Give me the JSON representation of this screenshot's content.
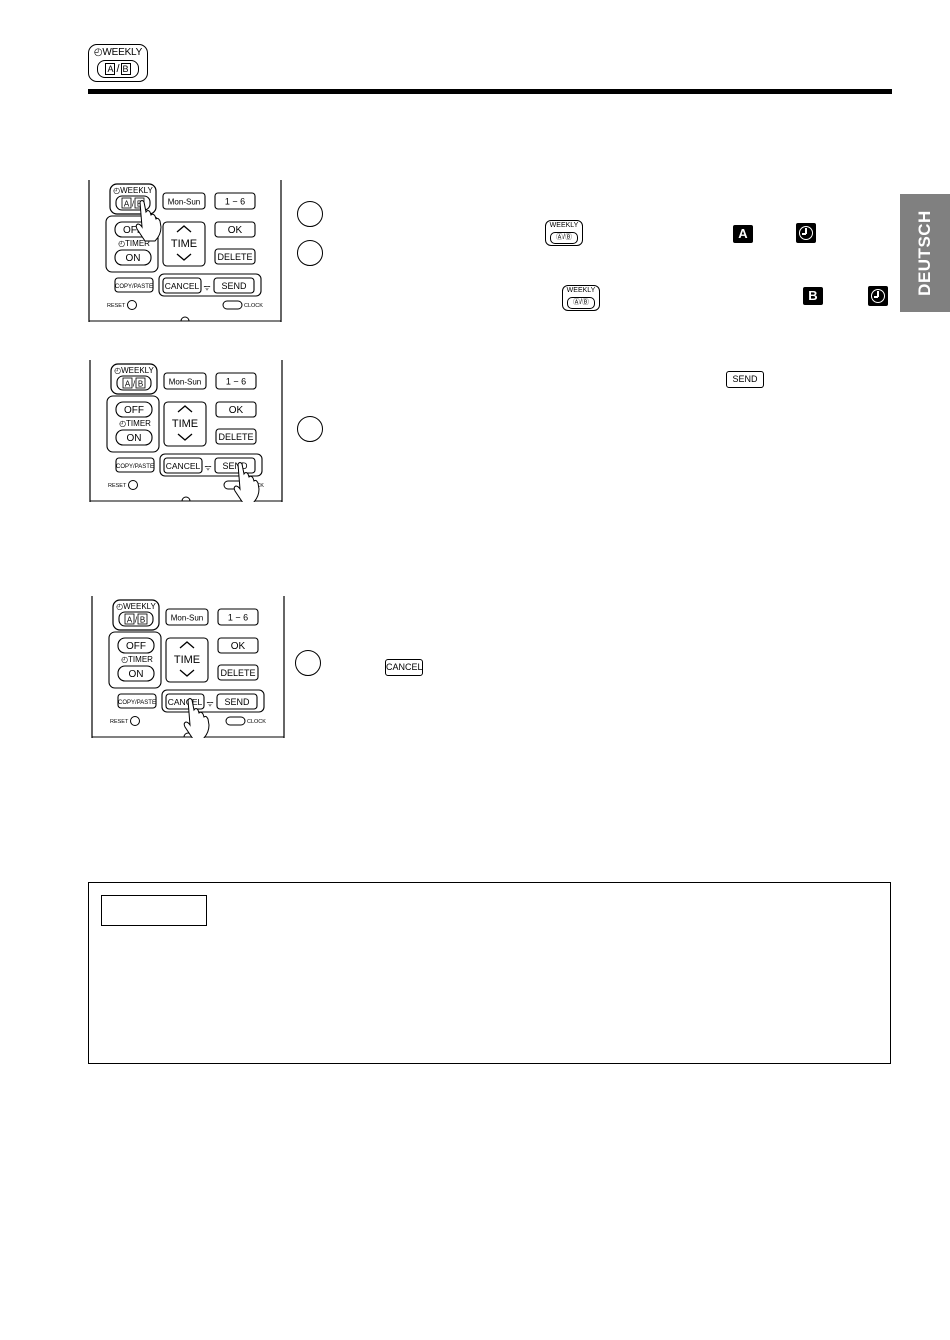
{
  "header_icon": {
    "weekly_text": "WEEKLY",
    "ab_a": "A",
    "ab_b": "B"
  },
  "side_tab": {
    "label": "DEUTSCH"
  },
  "remote": {
    "weekly": "WEEKLY",
    "a": "A",
    "b": "B",
    "mon_sun": "Mon-Sun",
    "one_six": "1 − 6",
    "off": "OFF",
    "timer": "TIMER",
    "on": "ON",
    "time": "TIME",
    "ok": "OK",
    "delete": "DELETE",
    "copy_paste": "COPY/PASTE",
    "cancel": "CANCEL",
    "send": "SEND",
    "reset": "RESET",
    "clock": "CLOCK"
  },
  "inline_icons": {
    "weekly_small": "WEEKLY",
    "badge_a": "A",
    "badge_b": "B",
    "send_key": "SEND",
    "cancel_key": "CANCEL"
  }
}
